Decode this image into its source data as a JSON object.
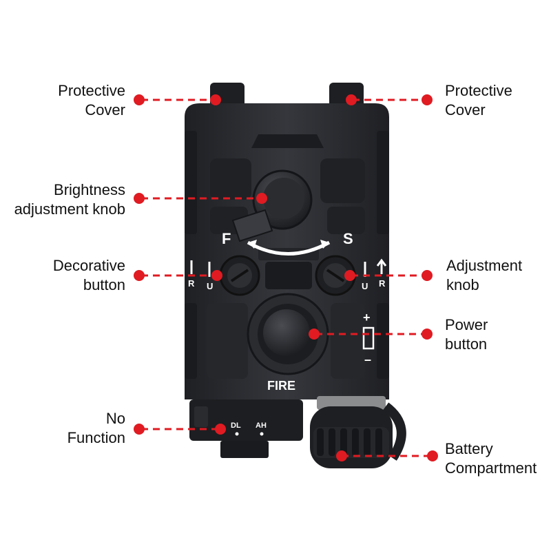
{
  "callouts": {
    "protective_cover_left": {
      "line1": "Protective",
      "line2": "Cover"
    },
    "protective_cover_right": {
      "line1": "Protective",
      "line2": "Cover"
    },
    "brightness_knob": {
      "line1": "Brightness",
      "line2": "adjustment knob"
    },
    "decorative_button": {
      "line1": "Decorative",
      "line2": "button"
    },
    "adjustment_knob": {
      "line1": "Adjustment",
      "line2": "knob"
    },
    "power_button": {
      "line1": "Power",
      "line2": "button"
    },
    "no_function": {
      "line1": "No",
      "line2": "Function"
    },
    "battery_compartment": {
      "line1": "Battery",
      "line2": "Compartment"
    }
  },
  "device": {
    "mode_f": "F",
    "mode_s": "S",
    "fire_label": "FIRE",
    "dl_label": "DL",
    "ah_label": "AH",
    "left_r": "R",
    "left_u": "U",
    "right_u": "U",
    "right_r": "R",
    "plus": "+",
    "minus": "–"
  },
  "colors": {
    "callout_red": "#e01b22",
    "body": "#2b2d31"
  }
}
